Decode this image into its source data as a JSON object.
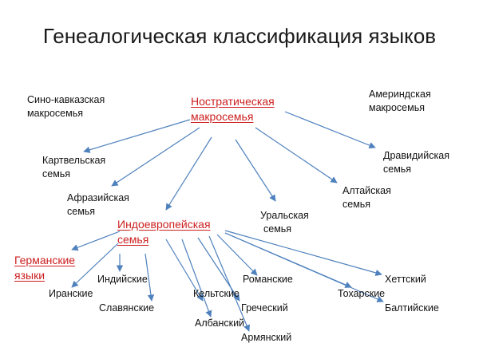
{
  "title": "Генеалогическая классификация языков",
  "colors": {
    "arrow": "#4f81bd",
    "highlight": "#cc1f1f",
    "text": "#111111"
  },
  "nodes": {
    "sino": {
      "line1": "Сино-кавказская",
      "line2": "макросемья"
    },
    "nostratic": {
      "line1": "Ностратическая",
      "line2": "макросемья"
    },
    "amerind": {
      "line1": "Америндская",
      "line2": "макросемья"
    },
    "kartvel": {
      "line1": "Картвельская",
      "line2": "семья"
    },
    "dravid": {
      "line1": "Дравидийская",
      "line2": "семья"
    },
    "afraz": {
      "line1": "Афразийская",
      "line2": "семья"
    },
    "altai": {
      "line1": "Алтайская",
      "line2": "семья"
    },
    "ural": {
      "line1": "Уральская",
      "line2": "семья"
    },
    "indoeuro": {
      "line1": "Индоевропейская",
      "line2": "семья"
    },
    "german": {
      "line1": "Германские",
      "line2": "языки"
    },
    "indian": {
      "label": "Индийские"
    },
    "iranian": {
      "label": "Иранские"
    },
    "slavic": {
      "label": "Славянские"
    },
    "celtic": {
      "label": "Кельтские"
    },
    "albanian": {
      "label": "Албанский"
    },
    "romance": {
      "label": "Романские"
    },
    "greek": {
      "label": "Греческий"
    },
    "armenian": {
      "label": "Армянский"
    },
    "tocharian": {
      "label": "Тохарские"
    },
    "hittite": {
      "label": "Хеттский"
    },
    "baltic": {
      "label": "Балтийские"
    }
  }
}
